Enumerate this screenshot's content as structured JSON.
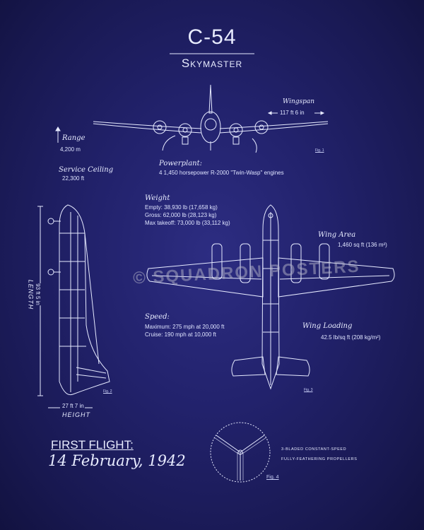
{
  "title": {
    "name": "C-54",
    "subtitle": "Skymaster"
  },
  "specs": {
    "wingspan": {
      "label": "Wingspan",
      "value": "117 ft 6 in"
    },
    "range": {
      "label": "Range",
      "value": "4,200 m"
    },
    "service_ceiling": {
      "label": "Service Ceiling",
      "value": "22,300 ft"
    },
    "powerplant": {
      "label": "Powerplant:",
      "value": "4 1,450 horsepower R-2000 \"Twin-Wasp\" engines"
    },
    "weight": {
      "label": "Weight",
      "empty": "Empty: 38,930 lb (17,658 kg)",
      "gross": "Gross: 62,000 lb (28,123 kg)",
      "max_takeoff": "Max takeoff: 73,000 lb (33,112 kg)"
    },
    "wing_area": {
      "label": "Wing Area",
      "value": "1,460 sq ft (136 m²)"
    },
    "speed": {
      "label": "Speed:",
      "maximum": "Maximum: 275 mph at 20,000 ft",
      "cruise": "Cruise: 190 mph at 10,000 ft"
    },
    "wing_loading": {
      "label": "Wing Loading",
      "value": "42.5 lb/sq ft (208 kg/m²)"
    },
    "length": {
      "label": "LENGTH",
      "value": "93 ft 5 in"
    },
    "height": {
      "label": "HEIGHT",
      "value": "27 ft 7 in"
    }
  },
  "figures": {
    "fig1": "Fig. 1",
    "fig2": "Fig. 2",
    "fig3": "Fig. 3",
    "fig4": "Fig. 4"
  },
  "first_flight": {
    "label": "FIRST FLIGHT:",
    "date": "14 February, 1942"
  },
  "propeller_note": {
    "line1": "3-BLADED CONSTANT-SPEED",
    "line2": "FULLY-FEATHERING PROPELLERS"
  },
  "watermark": "© SQUADRON POSTERS",
  "colors": {
    "background": "#22226c",
    "lines": "#e6eaff"
  }
}
